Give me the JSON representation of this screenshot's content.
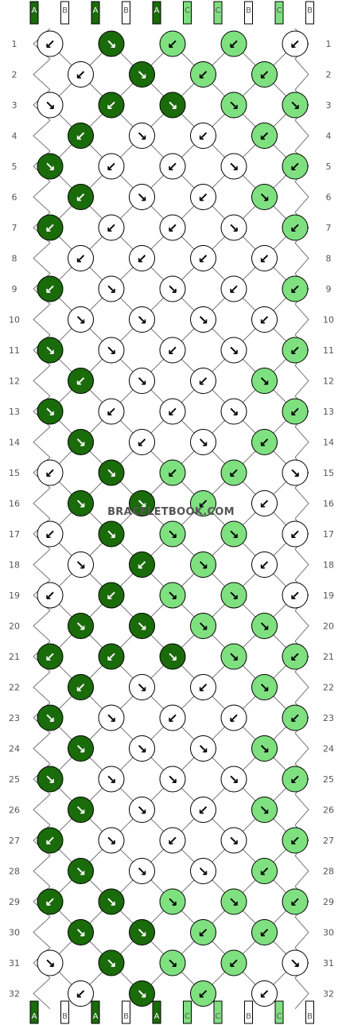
{
  "watermark": "BRACELETBOOK.COM",
  "colors": {
    "A": "#1a6b0a",
    "B": "#ffffff",
    "C": "#7fe080",
    "outline": "#000000",
    "thread_line": "#777777",
    "label": "#555555"
  },
  "strands_top": [
    "A",
    "B",
    "A",
    "B",
    "A",
    "C",
    "C",
    "B",
    "C",
    "B"
  ],
  "strands_bottom": [
    "A",
    "B",
    "A",
    "B",
    "A",
    "C",
    "C",
    "B",
    "C",
    "B"
  ],
  "row_labels": [
    "1",
    "2",
    "3",
    "4",
    "5",
    "6",
    "7",
    "8",
    "9",
    "10",
    "11",
    "12",
    "13",
    "14",
    "15",
    "16",
    "17",
    "18",
    "19",
    "20",
    "21",
    "22",
    "23",
    "24",
    "25",
    "26",
    "27",
    "28",
    "29",
    "30",
    "31",
    "32"
  ],
  "knot_glyphs": {
    "f": "↘",
    "b": "↙",
    "fb": "↘",
    "bf": "↙"
  },
  "knots": [
    [
      [
        "b",
        "B"
      ],
      [
        "f",
        "A"
      ],
      [
        "b",
        "C"
      ],
      [
        "b",
        "C"
      ],
      [
        "b",
        "B"
      ]
    ],
    [
      [
        "bf",
        "B"
      ],
      [
        "f",
        "A"
      ],
      [
        "b",
        "C"
      ],
      [
        "bf",
        "C"
      ]
    ],
    [
      [
        "f",
        "B"
      ],
      [
        "b",
        "A"
      ],
      [
        "f",
        "A"
      ],
      [
        "f",
        "C"
      ],
      [
        "f",
        "C"
      ]
    ],
    [
      [
        "b",
        "A"
      ],
      [
        "f",
        "B"
      ],
      [
        "b",
        "B"
      ],
      [
        "b",
        "C"
      ]
    ],
    [
      [
        "f",
        "A"
      ],
      [
        "bf",
        "B"
      ],
      [
        "bf",
        "B"
      ],
      [
        "fb",
        "B"
      ],
      [
        "b",
        "C"
      ]
    ],
    [
      [
        "bf",
        "A"
      ],
      [
        "fb",
        "B"
      ],
      [
        "bf",
        "B"
      ],
      [
        "fb",
        "C"
      ]
    ],
    [
      [
        "b",
        "A"
      ],
      [
        "bf",
        "B"
      ],
      [
        "bf",
        "B"
      ],
      [
        "fb",
        "B"
      ],
      [
        "b",
        "C"
      ]
    ],
    [
      [
        "b",
        "B"
      ],
      [
        "b",
        "B"
      ],
      [
        "bf",
        "B"
      ],
      [
        "bf",
        "B"
      ]
    ],
    [
      [
        "bf",
        "A"
      ],
      [
        "fb",
        "B"
      ],
      [
        "fb",
        "B"
      ],
      [
        "bf",
        "B"
      ],
      [
        "b",
        "C"
      ]
    ],
    [
      [
        "f",
        "B"
      ],
      [
        "f",
        "B"
      ],
      [
        "f",
        "B"
      ],
      [
        "bf",
        "B"
      ]
    ],
    [
      [
        "f",
        "A"
      ],
      [
        "f",
        "B"
      ],
      [
        "bf",
        "B"
      ],
      [
        "fb",
        "B"
      ],
      [
        "b",
        "C"
      ]
    ],
    [
      [
        "bf",
        "A"
      ],
      [
        "fb",
        "B"
      ],
      [
        "bf",
        "B"
      ],
      [
        "fb",
        "C"
      ]
    ],
    [
      [
        "fb",
        "A"
      ],
      [
        "bf",
        "B"
      ],
      [
        "bf",
        "B"
      ],
      [
        "fb",
        "B"
      ],
      [
        "b",
        "C"
      ]
    ],
    [
      [
        "f",
        "A"
      ],
      [
        "b",
        "B"
      ],
      [
        "f",
        "B"
      ],
      [
        "b",
        "C"
      ]
    ],
    [
      [
        "b",
        "B"
      ],
      [
        "f",
        "A"
      ],
      [
        "b",
        "C"
      ],
      [
        "b",
        "C"
      ],
      [
        "f",
        "B"
      ]
    ],
    [
      [
        "f",
        "A"
      ],
      [
        "fb",
        "A"
      ],
      [
        "b",
        "C"
      ],
      [
        "bf",
        "B"
      ]
    ],
    [
      [
        "bf",
        "B"
      ],
      [
        "f",
        "A"
      ],
      [
        "fb",
        "C"
      ],
      [
        "f",
        "C"
      ],
      [
        "bf",
        "B"
      ]
    ],
    [
      [
        "fb",
        "B"
      ],
      [
        "bf",
        "A"
      ],
      [
        "fb",
        "C"
      ],
      [
        "bf",
        "B"
      ]
    ],
    [
      [
        "bf",
        "B"
      ],
      [
        "b",
        "A"
      ],
      [
        "f",
        "C"
      ],
      [
        "f",
        "C"
      ],
      [
        "b",
        "B"
      ]
    ],
    [
      [
        "f",
        "A"
      ],
      [
        "f",
        "A"
      ],
      [
        "f",
        "C"
      ],
      [
        "f",
        "C"
      ]
    ],
    [
      [
        "b",
        "A"
      ],
      [
        "b",
        "A"
      ],
      [
        "f",
        "A"
      ],
      [
        "fb",
        "C"
      ],
      [
        "b",
        "C"
      ]
    ],
    [
      [
        "b",
        "A"
      ],
      [
        "f",
        "B"
      ],
      [
        "bf",
        "B"
      ],
      [
        "fb",
        "C"
      ]
    ],
    [
      [
        "f",
        "A"
      ],
      [
        "f",
        "B"
      ],
      [
        "bf",
        "B"
      ],
      [
        "bf",
        "B"
      ],
      [
        "b",
        "C"
      ]
    ],
    [
      [
        "fb",
        "A"
      ],
      [
        "fb",
        "B"
      ],
      [
        "fb",
        "B"
      ],
      [
        "fb",
        "C"
      ]
    ],
    [
      [
        "fb",
        "A"
      ],
      [
        "fb",
        "B"
      ],
      [
        "fb",
        "B"
      ],
      [
        "fb",
        "B"
      ],
      [
        "b",
        "C"
      ]
    ],
    [
      [
        "fb",
        "A"
      ],
      [
        "fb",
        "B"
      ],
      [
        "bf",
        "B"
      ],
      [
        "fb",
        "C"
      ]
    ],
    [
      [
        "bf",
        "A"
      ],
      [
        "fb",
        "B"
      ],
      [
        "b",
        "B"
      ],
      [
        "fb",
        "B"
      ],
      [
        "bf",
        "C"
      ]
    ],
    [
      [
        "fb",
        "A"
      ],
      [
        "fb",
        "B"
      ],
      [
        "f",
        "B"
      ],
      [
        "b",
        "C"
      ]
    ],
    [
      [
        "b",
        "A"
      ],
      [
        "f",
        "A"
      ],
      [
        "fb",
        "C"
      ],
      [
        "fb",
        "C"
      ],
      [
        "b",
        "C"
      ]
    ],
    [
      [
        "f",
        "A"
      ],
      [
        "f",
        "A"
      ],
      [
        "b",
        "C"
      ],
      [
        "b",
        "C"
      ]
    ],
    [
      [
        "fb",
        "B"
      ],
      [
        "f",
        "A"
      ],
      [
        "fb",
        "C"
      ],
      [
        "b",
        "C"
      ],
      [
        "fb",
        "B"
      ]
    ],
    [
      [
        "bf",
        "B"
      ],
      [
        "fb",
        "A"
      ],
      [
        "b",
        "C"
      ],
      [
        "bf",
        "B"
      ]
    ]
  ]
}
